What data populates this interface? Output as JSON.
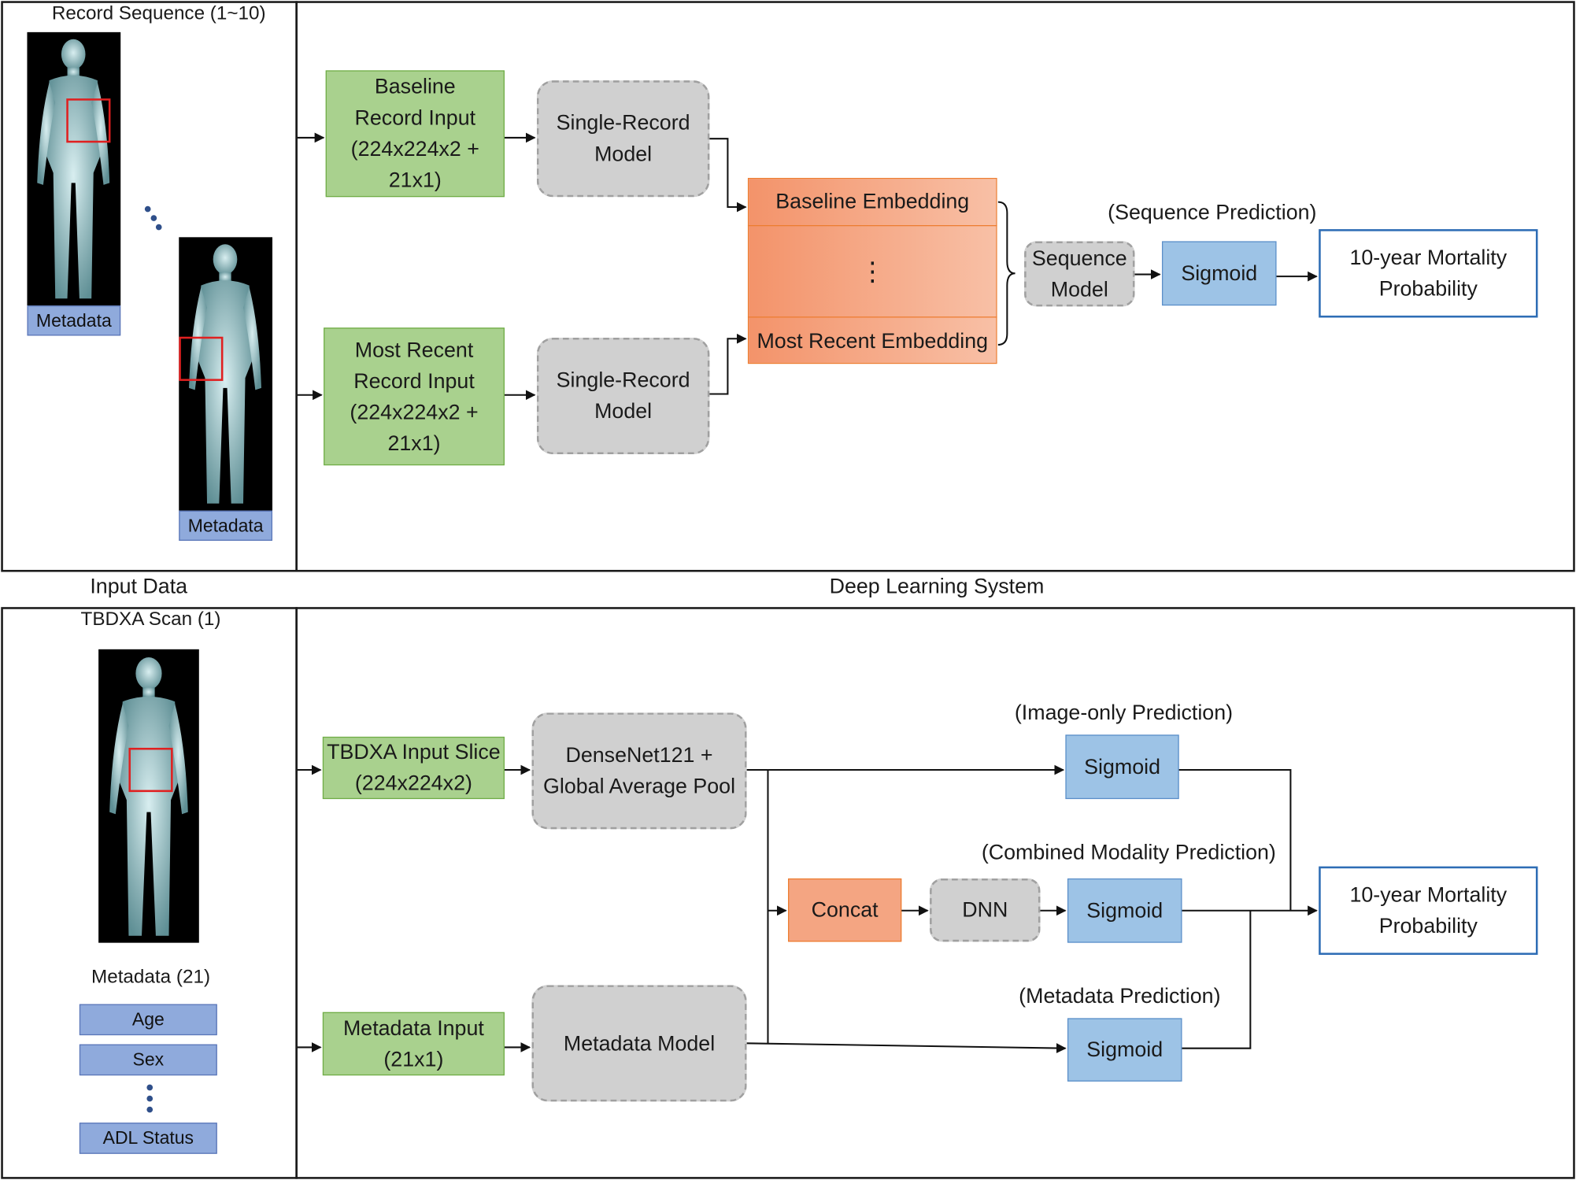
{
  "top": {
    "record_sequence_label": "Record Sequence (1~10)",
    "metadata_tag": "Metadata",
    "baseline_input": "Baseline\nRecord Input\n(224x224x2 +\n21x1)",
    "recent_input": "Most Recent\nRecord Input\n(224x224x2 +\n21x1)",
    "single_record_model": "Single-Record\nModel",
    "baseline_embedding": "Baseline Embedding",
    "ellipsis": "⋮",
    "recent_embedding": "Most Recent Embedding",
    "sequence_model": "Sequence\nModel",
    "sequence_prediction": "(Sequence Prediction)",
    "sigmoid": "Sigmoid",
    "output": "10-year Mortality\nProbability"
  },
  "section_labels": {
    "input_data": "Input Data",
    "deep_learning_system": "Deep Learning System"
  },
  "bottom": {
    "scan_label": "TBDXA Scan (1)",
    "metadata_label": "Metadata (21)",
    "metadata_items": [
      "Age",
      "Sex",
      "ADL Status"
    ],
    "slice_input": "TBDXA Input Slice\n(224x224x2)",
    "metadata_input": "Metadata Input\n(21x1)",
    "densenet": "DenseNet121 +\nGlobal Average Pool",
    "metadata_model": "Metadata Model",
    "concat": "Concat",
    "dnn": "DNN",
    "sigmoid": "Sigmoid",
    "image_prediction": "(Image-only Prediction)",
    "combined_prediction": "(Combined Modality Prediction)",
    "metadata_prediction": "(Metadata Prediction)",
    "output": "10-year Mortality\nProbability"
  }
}
